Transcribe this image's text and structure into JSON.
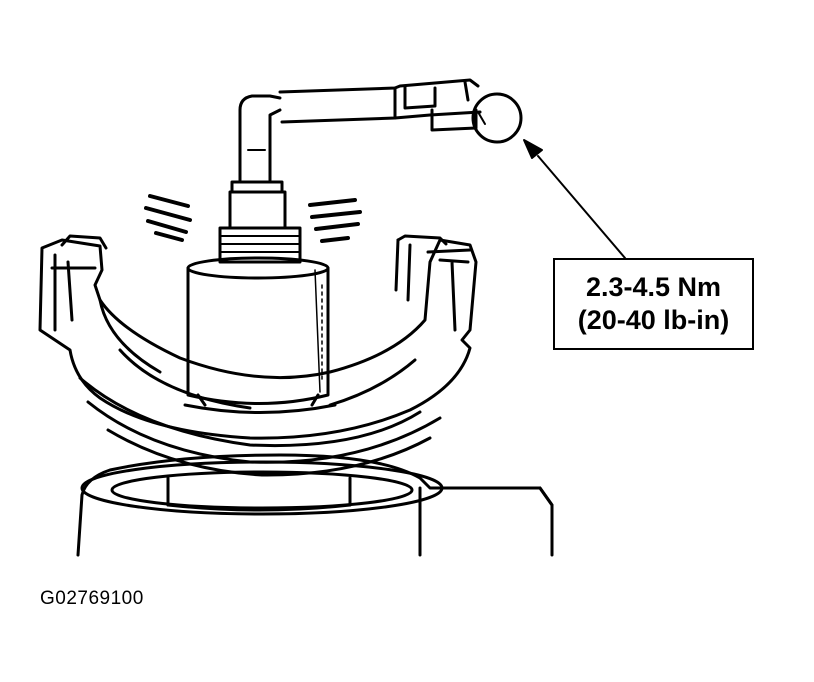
{
  "callout": {
    "torque_metric": "2.3-4.5 Nm",
    "torque_imperial": "(20-40 lb-in)"
  },
  "figure_id": "G02769100",
  "colors": {
    "line": "#000000",
    "background": "#ffffff"
  }
}
